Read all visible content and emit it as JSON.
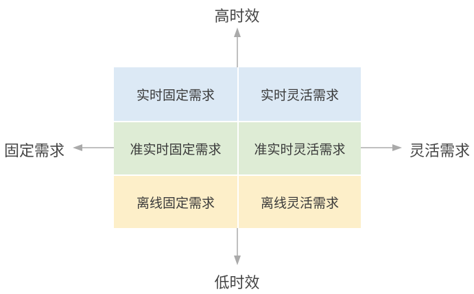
{
  "axes": {
    "top": "高时效",
    "bottom": "低时效",
    "left": "固定需求",
    "right": "灵活需求"
  },
  "quadrants": [
    {
      "left": "实时固定需求",
      "right": "实时灵活需求",
      "color": "#dce9f5"
    },
    {
      "left": "准实时固定需求",
      "right": "准实时灵活需求",
      "color": "#deecd5"
    },
    {
      "left": "离线固定需求",
      "right": "离线灵活需求",
      "color": "#fdefc9"
    }
  ],
  "colors": {
    "axis_line": "#aaaaaa",
    "text": "#3a3a3a"
  }
}
